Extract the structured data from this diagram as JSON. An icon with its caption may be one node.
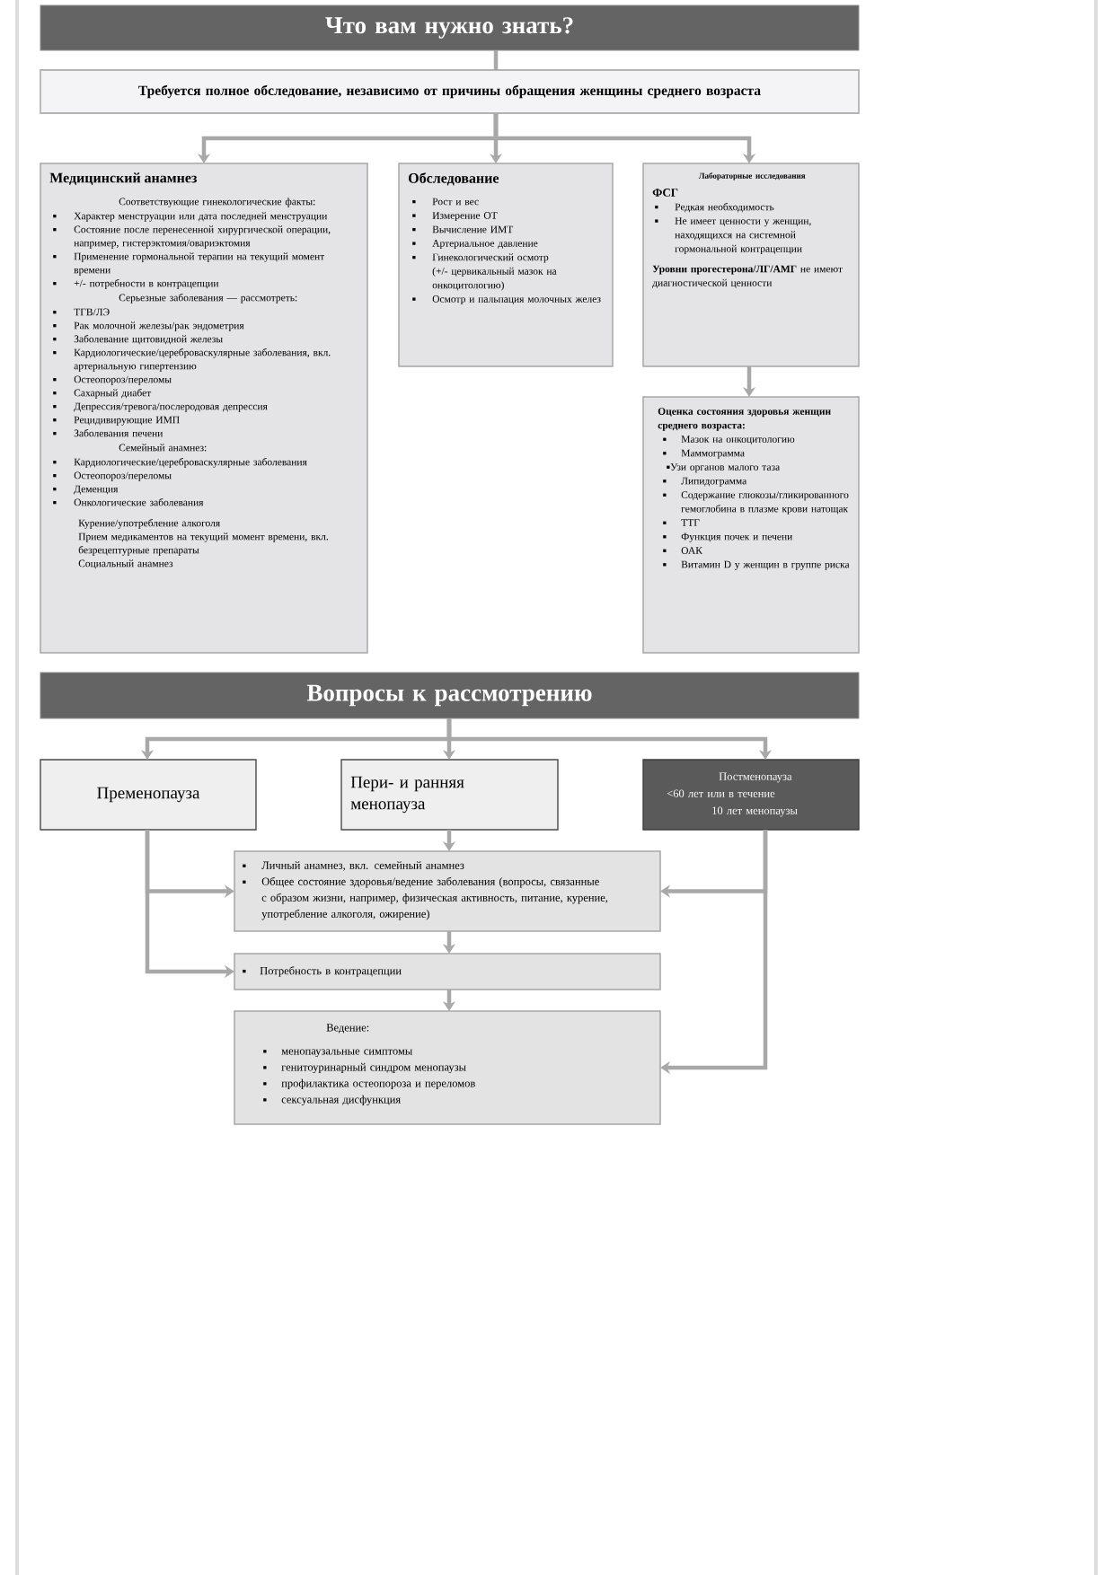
{
  "diagram": {
    "nodes": [
      {
        "text": [
          "Что вам нужно знать?"
        ]
      },
      {
        "text": [
          "Требуется полное обследование, независимо от причины обращения женщины среднего возраста"
        ]
      },
      {
        "text": [
          "Медицинский анамнез",
          "Соответствующие гинекологические факты:",
          "Характер менструации или дата последней менструации",
          "Состояние после перенесенной хирургической операции, например, гистерэктомия/овариэктомия",
          "Применение гормональной терапии на текущий момент времени",
          "+/- потребности в контрацепции",
          "Серьезные заболевания — рассмотреть:",
          "ТГВ/ЛЭ",
          "Рак молочной железы/рак эндометрия",
          "Заболевание щитовидной железы",
          "Кардиологические/цереброваскулярные заболевания, вкл. артериальную гипертензию",
          "Остеопороз/переломы",
          "Сахарный диабет",
          "Депрессия/тревога/послеродовая депрессия",
          "Рецидивирующие ИМП",
          "Заболевания печени",
          "Семейный анамнез:",
          "Кардиологические/цереброваскулярные заболевания",
          "Остеопороз/переломы",
          "Деменция",
          "Онкологические заболевания",
          "Курение/употребление алкоголя",
          "Прием медикаментов на текущий момент времени, вкл. безрецептурные препараты",
          "Социальный анамнез"
        ]
      },
      {
        "text": [
          "Обследование",
          "Рост и вес",
          "Измерение ОТ",
          "Вычисление ИМТ",
          "Артериальное давление",
          "Гинекологический осмотр (+/- цервикальный мазок на онкоцитологию)",
          "Осмотр и пальпация молочных желез"
        ]
      },
      {
        "text": [
          "Лабораторные исследования",
          "ФСГ",
          "Редкая необходимость",
          "Не имеет ценности у женщин, находящихся на системной гормональной контрацепции",
          "**Уровни прогестерона/ЛГ/АМГ** не имеют диагностической ценности"
        ]
      },
      {
        "text": [
          "Оценка состояния здоровья женщин среднего возраста:",
          "Мазок на онкоцитологию",
          "Маммограмма",
          "Узи органов малого таза",
          "Липидограмма",
          "Содержание глюкозы/гликированного гемоглобина в плазме крови натощак",
          "ТТГ",
          "Функция почек и печени",
          "ОАК",
          "Витамин D у женщин в группе риска"
        ]
      },
      {
        "text": [
          "Вопросы к рассмотрению"
        ]
      },
      {
        "text": [
          "Пременопауза"
        ]
      },
      {
        "text": [
          "Пери- и ранняя менопауза"
        ]
      },
      {
        "text": [
          "Постменопауза",
          "<60 лет или в течение 10 лет менопаузы"
        ]
      },
      {
        "text": [
          "Личный анамнез, вкл. семейный анамнез",
          "Общее состояние здоровья/ведение заболевания (вопросы, связанные с образом жизни, например, физическая активность, питание, курение, употребление алкоголя, ожирение)"
        ]
      },
      {
        "text": [
          "Потребность в контрацепции"
        ]
      },
      {
        "text": [
          "Ведение:",
          "менопаузальные симптомы",
          "генитоуринарный синдром менопаузы",
          "профилактика остеопороза и переломов",
          "сексуальная дисфункция"
        ]
      }
    ],
    "edges": [
      {
        "from": 0,
        "to": 1,
        "arrow": "none"
      },
      {
        "from": 1,
        "to": 2,
        "arrow": "to"
      },
      {
        "from": 1,
        "to": 3,
        "arrow": "to"
      },
      {
        "from": 1,
        "to": 4,
        "arrow": "to"
      },
      {
        "from": 4,
        "to": 5,
        "arrow": "to"
      },
      {
        "from": 6,
        "to": 7,
        "arrow": "to"
      },
      {
        "from": 6,
        "to": 8,
        "arrow": "to"
      },
      {
        "from": 6,
        "to": 9,
        "arrow": "to"
      },
      {
        "from": 7,
        "to": 10,
        "arrow": "to"
      },
      {
        "from": 7,
        "to": 11,
        "arrow": "to"
      },
      {
        "from": 8,
        "to": 10,
        "arrow": "to"
      },
      {
        "from": 9,
        "to": 10,
        "arrow": "to"
      },
      {
        "from": 9,
        "to": 12,
        "arrow": "to"
      },
      {
        "from": 10,
        "to": 11,
        "arrow": "to"
      },
      {
        "from": 11,
        "to": 12,
        "arrow": "to"
      }
    ]
  }
}
